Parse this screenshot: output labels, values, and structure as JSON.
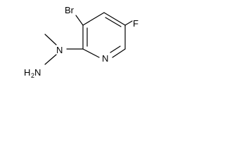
{
  "molecule": {
    "atoms": {
      "br": "Br",
      "f": "F",
      "n_ring": "N",
      "n_hydrazine": "N",
      "h2n": "H",
      "h2n_sub": "2",
      "h2n_n": "N"
    },
    "colors": {
      "ink": "#000000",
      "background": "#ffffff"
    }
  }
}
